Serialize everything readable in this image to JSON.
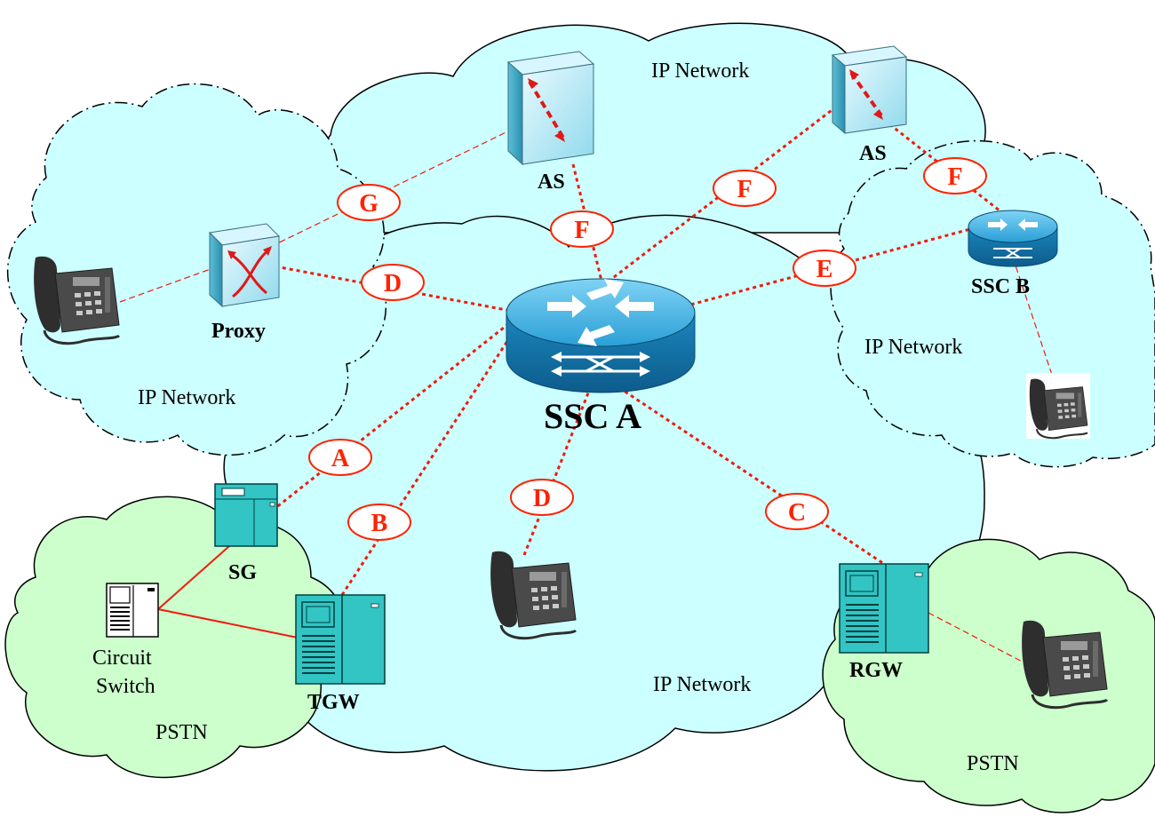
{
  "networks": {
    "ip_top": "IP Network",
    "ip_left": "IP Network",
    "ip_right": "IP Network",
    "ip_bottom": "IP Network",
    "pstn_left": "PSTN",
    "pstn_right": "PSTN"
  },
  "devices": {
    "as_left": "AS",
    "as_right": "AS",
    "proxy": "Proxy",
    "ssc_a": "SSC A",
    "ssc_b": "SSC B",
    "sg": "SG",
    "tgw": "TGW",
    "rgw": "RGW",
    "circuit_switch_line1": "Circuit",
    "circuit_switch_line2": "Switch"
  },
  "interfaces": {
    "g": "G",
    "f_left": "F",
    "f_mid": "F",
    "f_right": "F",
    "d_proxy": "D",
    "d_phone": "D",
    "e": "E",
    "a": "A",
    "b": "B",
    "c": "C"
  },
  "colors": {
    "ip_cloud": "#ccffff",
    "pstn_cloud": "#ccffcc",
    "links": "#ee1c0e",
    "interface_label": "#ff2200",
    "router": "#1d8fc4",
    "gateway": "#33c4c4"
  }
}
